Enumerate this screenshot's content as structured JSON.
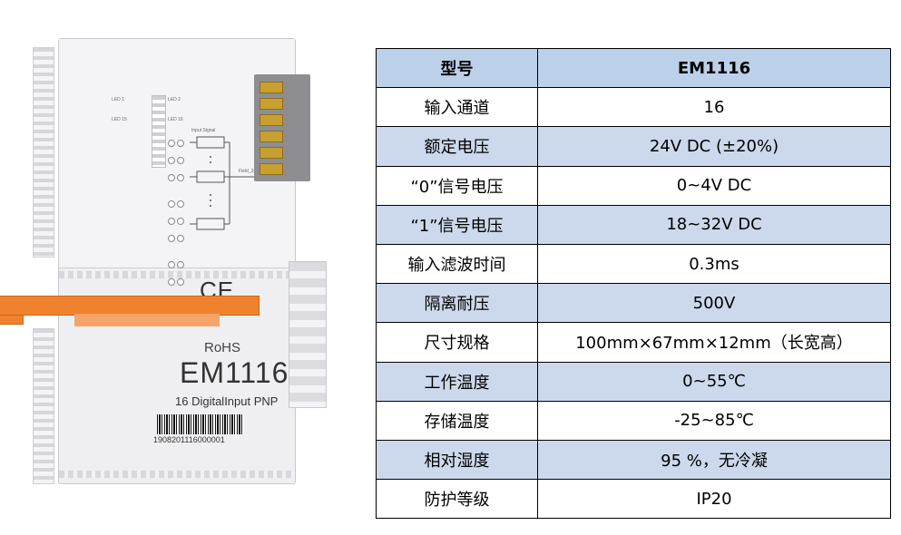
{
  "product_image": {
    "ce_mark": "CE",
    "rohs": "RoHS",
    "model": "EM1116",
    "subtitle": "16 DigitalInput PNP",
    "serial": "1908201116000001",
    "led_labels": [
      "LED 1",
      "LED 15",
      "LED 2",
      "LED 16"
    ],
    "diagram_title": "Input Signal",
    "field_label": "Field_24V"
  },
  "table": {
    "header": {
      "label": "型号",
      "value": "EM1116"
    },
    "rows": [
      {
        "label": "输入通道",
        "value": "16"
      },
      {
        "label": "额定电压",
        "value": "24V DC (±20%)"
      },
      {
        "label": "“0”信号电压",
        "value": "0~4V DC"
      },
      {
        "label": "“1”信号电压",
        "value": "18~32V DC"
      },
      {
        "label": "输入滤波时间",
        "value": "0.3ms"
      },
      {
        "label": "隔离耐压",
        "value": "500V"
      },
      {
        "label": "尺寸规格",
        "value": "100mm×67mm×12mm（长宽高）"
      },
      {
        "label": "工作温度",
        "value": "0~55℃"
      },
      {
        "label": "存储温度",
        "value": "-25~85℃"
      },
      {
        "label": "相对湿度",
        "value": "95 %，无冷凝"
      },
      {
        "label": "防护等级",
        "value": "IP20"
      }
    ]
  },
  "colors": {
    "header_fill": "#bcd0ea",
    "shaded_row_fill": "#ccd9ec",
    "accent_orange": "#f0822e"
  }
}
